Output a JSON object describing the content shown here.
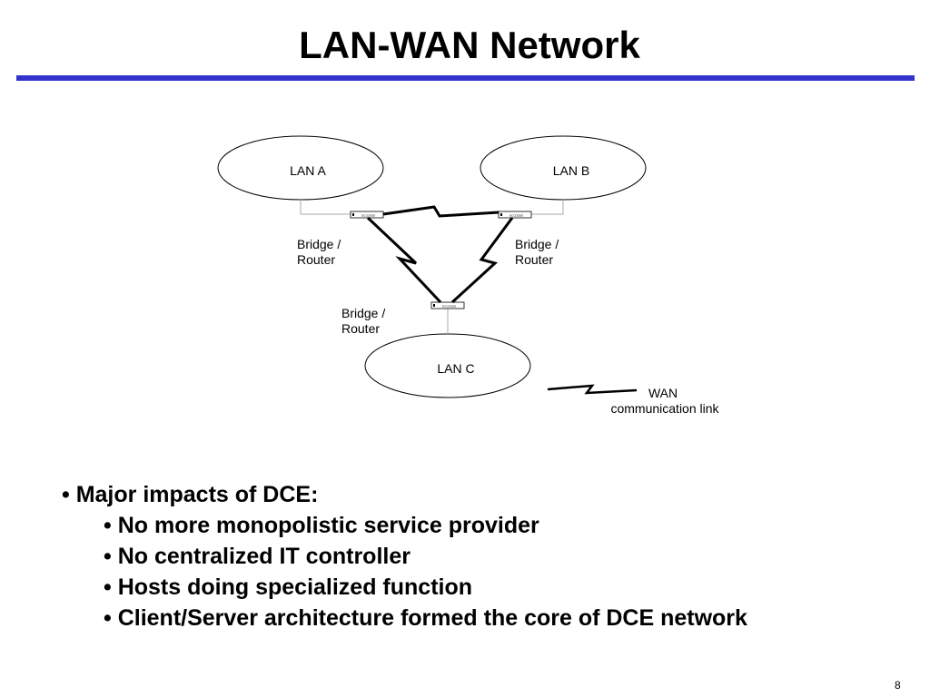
{
  "title": "LAN-WAN Network",
  "accent_color": "#3333cc",
  "diagram": {
    "lans": [
      "LAN A",
      "LAN B",
      "LAN C"
    ],
    "device_labels": [
      [
        "Bridge /",
        "Router"
      ],
      [
        "Bridge /",
        "Router"
      ],
      [
        "Bridge /",
        "Router"
      ]
    ],
    "device_text": "DCCDDDD",
    "legend": [
      "WAN",
      "communication link"
    ]
  },
  "bullets": {
    "heading": "Major impacts of DCE:",
    "items": [
      "No more monopolistic service provider",
      "No centralized IT controller",
      "Hosts doing specialized function",
      "Client/Server architecture formed the core of DCE network"
    ]
  },
  "page_number": "8"
}
